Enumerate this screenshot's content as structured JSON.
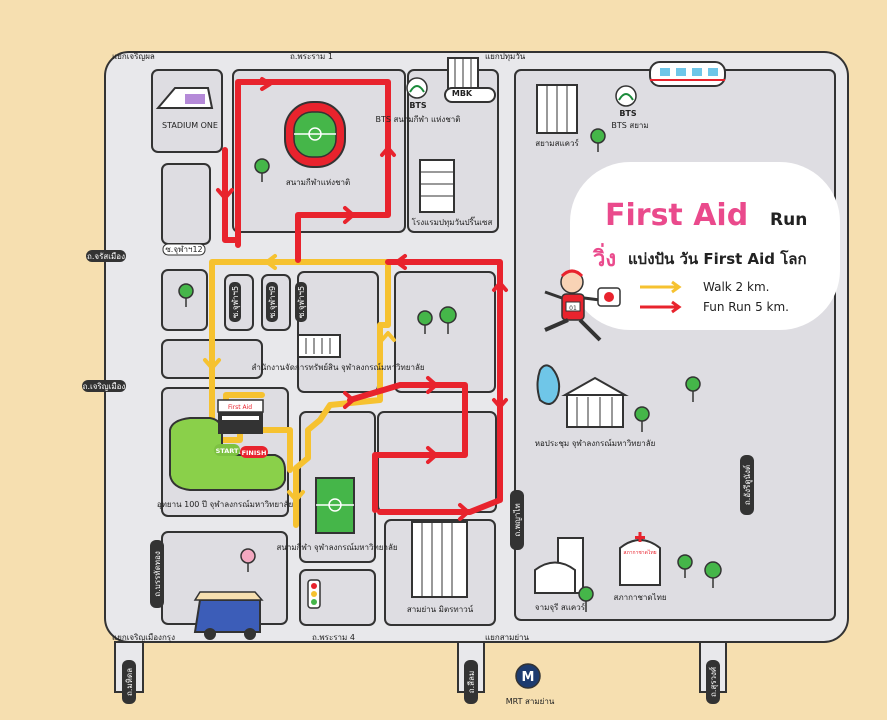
{
  "title": {
    "main": "First Aid",
    "suffix": "Run",
    "line2_highlight": "วิ่ง",
    "line2_rest": "แบ่งปัน วัน First Aid โลก"
  },
  "legend": [
    {
      "label": "Walk 2 km.",
      "color": "#f6c230"
    },
    {
      "label": "Fun Run 5 km.",
      "color": "#e8232d"
    }
  ],
  "roads": {
    "top_left": "แยกเจริญผล",
    "top_mid": "ถ.พระราม 1",
    "top_right": "แยกปทุมวัน",
    "left_upper": "ถ.จรัสเมือง",
    "left_lower": "ถ.เจริญเมือง",
    "soi12": "ซ.จุฬาฯ12",
    "soi_a": "ซ.จุฬาฯ5",
    "soi_b": "ซ.จุฬาฯ9",
    "soi_c": "ซ.จุฬาฯ5",
    "phayathai": "ถ.พญาไท",
    "henri": "ถ.อังรีดูนังต์",
    "banthat": "ถ.บรรทัดทอง",
    "bottom_left": "แยกเจริญเมืองกรุง",
    "bottom_mid": "ถ.พระราม 4",
    "bottom_right": "แยกสามย่าน",
    "bl_road": "ถ.มหิดล",
    "bm_road": "ถ.สีลม",
    "br_road": "ถ.สุรวงศ์"
  },
  "places": {
    "stadium_one": "STADIUM ONE",
    "stadium": "สนามกีฬาแห่งชาติ",
    "bts_national": "BTS สนามกีฬา แห่งชาติ",
    "mbk": "MBK",
    "bts_siam": "BTS สยาม",
    "siam_square": "สยามสแควร์",
    "hotel": "โรงแรมปทุมวันปริ๊นเซส",
    "office": "สำนักงานจัดการทรัพย์สิน จุฬาลงกรณ์มหาวิทยาลัย",
    "park": "อุทยาน 100 ปี จุฬาลงกรณ์มหาวิทยาลัย",
    "start": "START",
    "finish": "FINISH",
    "booth": "First Aid",
    "field": "สนามกีฬา จุฬาลงกรณ์มหาวิทยาลัย",
    "hall": "หอประชุม จุฬาลงกรณ์มหาวิทยาลัย",
    "redcross": "สภากาชาดไทย",
    "redcross_sign": "สภากาชาดไทย",
    "chamchuri": "จามจุรี สแควร์",
    "samyan": "สามย่าน มิตรทาวน์",
    "mrt": "MRT สามย่าน",
    "bts_logo": "BTS",
    "runner_bib": "01"
  },
  "colors": {
    "background": "#f6dfb0",
    "road": "#e7e7ea",
    "block": "#e0dfe3",
    "walk": "#f6c230",
    "run": "#e8232d",
    "accent": "#ea4a8c"
  }
}
